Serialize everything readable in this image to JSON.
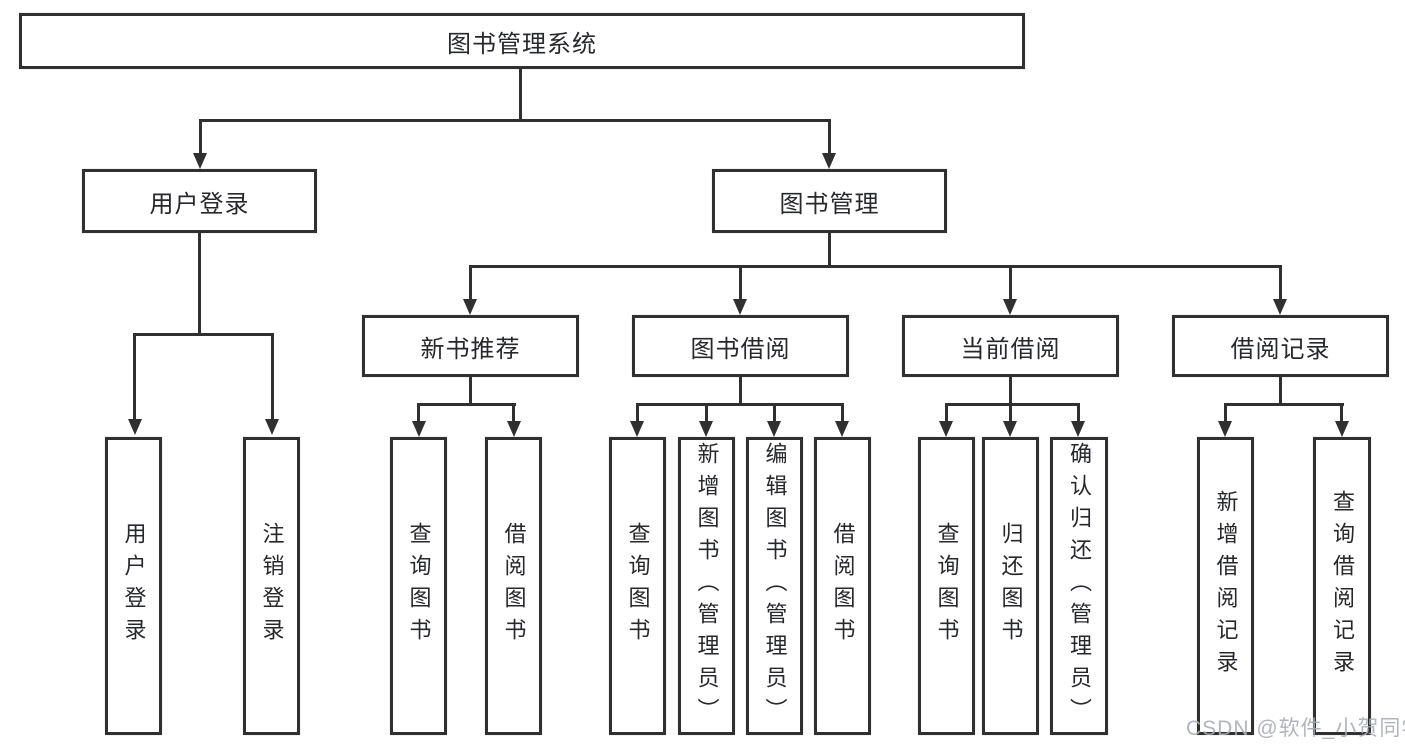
{
  "diagram": {
    "type": "hierarchy-tree",
    "root": {
      "label": "图书管理系统"
    },
    "level2": {
      "user_login": {
        "label": "用户登录",
        "parent": "图书管理系统"
      },
      "book_management": {
        "label": "图书管理",
        "parent": "图书管理系统"
      }
    },
    "level3": {
      "new_book_recommend": {
        "label": "新书推荐",
        "parent": "图书管理"
      },
      "book_borrowing": {
        "label": "图书借阅",
        "parent": "图书管理"
      },
      "current_borrowing": {
        "label": "当前借阅",
        "parent": "图书管理"
      },
      "borrowing_records": {
        "label": "借阅记录",
        "parent": "图书管理"
      }
    },
    "leaves": {
      "user_login": {
        "label": "用户登录",
        "parent": "用户登录"
      },
      "logout": {
        "label": "注销登录",
        "parent": "用户登录"
      },
      "nbr_query_books": {
        "label": "查询图书",
        "parent": "新书推荐"
      },
      "nbr_borrow_books": {
        "label": "借阅图书",
        "parent": "新书推荐"
      },
      "bb_query_books": {
        "label": "查询图书",
        "parent": "图书借阅"
      },
      "bb_add_books": {
        "label": "新增图书（管理员）",
        "parent": "图书借阅"
      },
      "bb_edit_books": {
        "label": "编辑图书（管理员）",
        "parent": "图书借阅"
      },
      "bb_borrow_books": {
        "label": "借阅图书",
        "parent": "图书借阅"
      },
      "cb_query_books": {
        "label": "查询图书",
        "parent": "当前借阅"
      },
      "cb_return_books": {
        "label": "归还图书",
        "parent": "当前借阅"
      },
      "cb_confirm_return": {
        "label": "确认归还（管理员）",
        "parent": "当前借阅"
      },
      "br_add_record": {
        "label": "新增借阅记录",
        "parent": "借阅记录"
      },
      "br_query_record": {
        "label": "查询借阅记录",
        "parent": "借阅记录"
      }
    },
    "colors": {
      "stroke": "#303030",
      "text": "#26282c",
      "background": "#ffffff"
    }
  },
  "watermark": {
    "text": "CSDN @软件_小贺同学",
    "color": "#a8aeb8"
  }
}
